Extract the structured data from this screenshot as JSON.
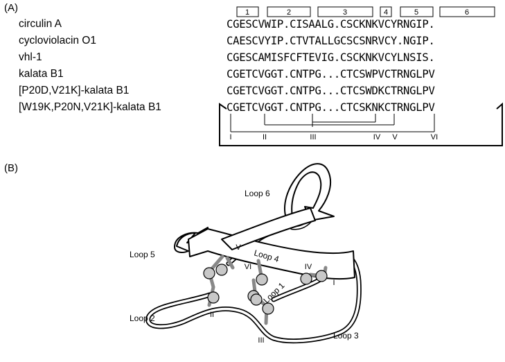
{
  "panel_a": {
    "label": "(A)",
    "loop_numbers": [
      "1",
      "2",
      "3",
      "4",
      "5",
      "6"
    ],
    "peptides": [
      {
        "name": "circulin A",
        "sequence": "CGESCVWIP.CISAALG.CSCKNKVCYRNGIP."
      },
      {
        "name": "cycloviolacin O1",
        "sequence": "CAESCVYIP.CTVTALLGCSCSNRVCY.NGIP."
      },
      {
        "name": "vhl-1",
        "sequence": "CGESCAMISFCFTEVIG.CSCKNKVCYLNSIS."
      },
      {
        "name": "kalata B1",
        "sequence": "CGETCVGGT.CNTPG...CTCSWPVCTRNGLPV"
      },
      {
        "name": "[P20D,V21K]-kalata B1",
        "sequence": "CGETCVGGT.CNTPG...CTCSWDKCTRNGLPV"
      },
      {
        "name": "[W19K,P20N,V21K]-kalata B1",
        "sequence": "CGETCVGGT.CNTPG...CTCSKNKCTRNGLPV"
      }
    ],
    "cysteine_labels": [
      "I",
      "II",
      "III",
      "IV",
      "V",
      "VI"
    ]
  },
  "panel_b": {
    "label": "(B)",
    "loop_labels": {
      "loop1": "Loop 1",
      "loop2": "Loop 2",
      "loop3": "Loop 3",
      "loop4": "Loop 4",
      "loop5": "Loop 5",
      "loop6": "Loop 6"
    },
    "cysteine_labels": [
      "I",
      "II",
      "III",
      "IV",
      "V",
      "VI"
    ]
  }
}
